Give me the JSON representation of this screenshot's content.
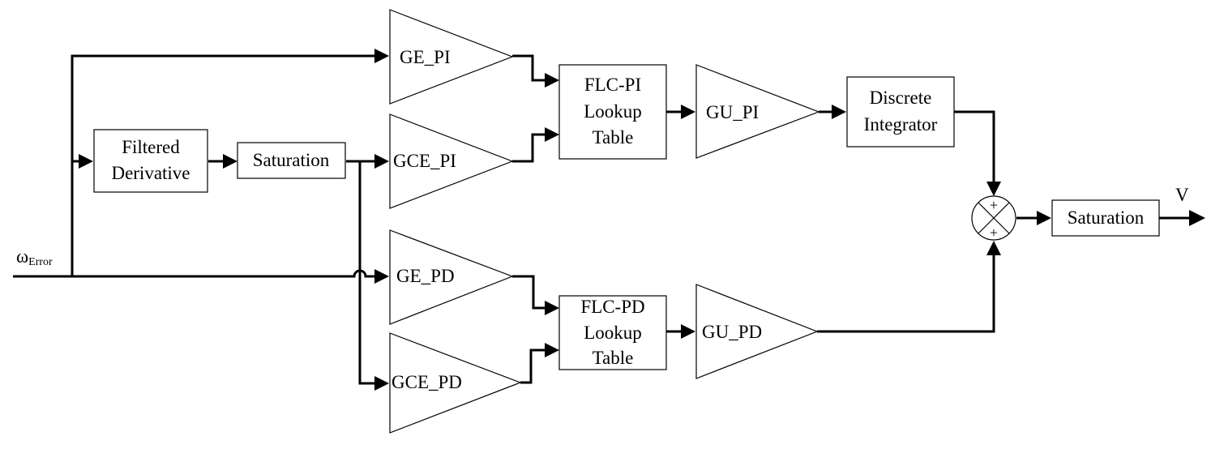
{
  "input": {
    "symbol": "ω",
    "subscript": "Error"
  },
  "output": {
    "label": "V"
  },
  "blocks": {
    "filtered_derivative": [
      "Filtered",
      "Derivative"
    ],
    "saturation_1": [
      "Saturation"
    ],
    "flc_pi": [
      "FLC-PI",
      "Lookup",
      "Table"
    ],
    "flc_pd": [
      "FLC-PD",
      "Lookup",
      "Table"
    ],
    "discrete_integrator": [
      "Discrete",
      "Integrator"
    ],
    "saturation_2": [
      "Saturation"
    ]
  },
  "gains": {
    "ge_pi": "GE_PI",
    "gce_pi": "GCE_PI",
    "gu_pi": "GU_PI",
    "ge_pd": "GE_PD",
    "gce_pd": "GCE_PD",
    "gu_pd": "GU_PD"
  },
  "sum": {
    "top_sign": "+",
    "bottom_sign": "+"
  },
  "colors": {
    "stroke": "#000000",
    "background": "#ffffff"
  }
}
